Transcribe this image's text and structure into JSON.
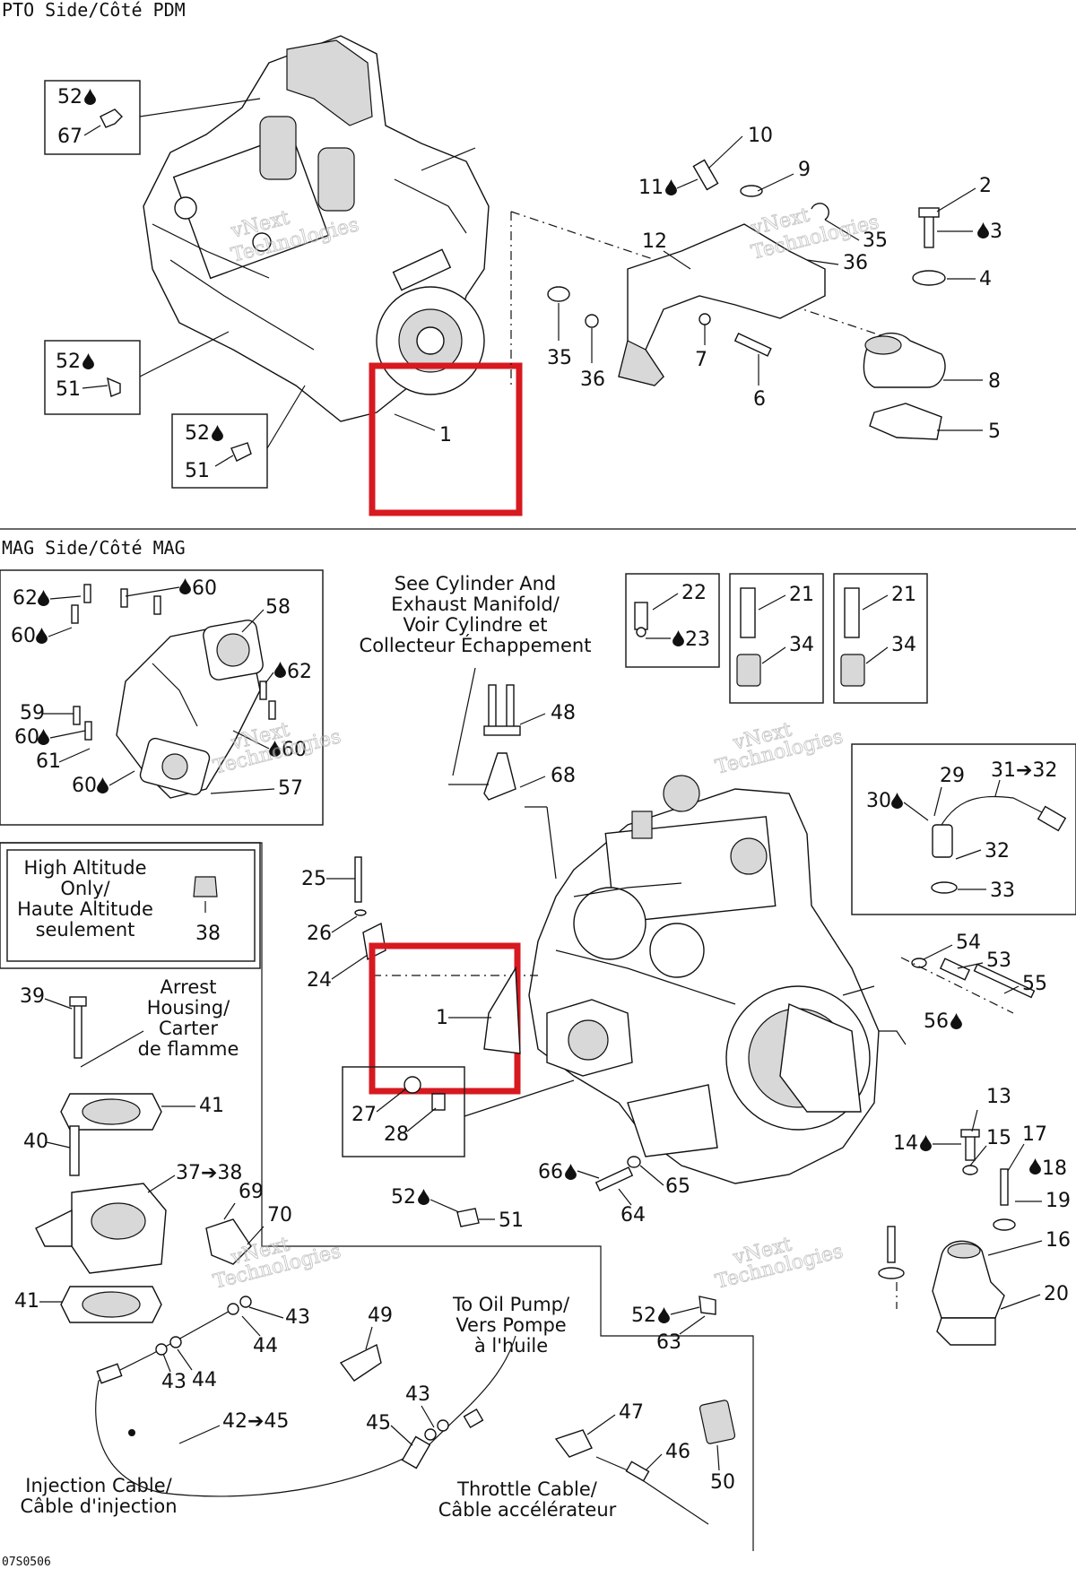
{
  "sections": {
    "pto": "PTO Side/Côté PDM",
    "mag": "MAG Side/Côté MAG"
  },
  "notes": {
    "cyl": [
      "See Cylinder And",
      "Exhaust Manifold/",
      "Voir Cylindre et",
      "Collecteur Échappement"
    ],
    "high": [
      "High Altitude",
      "Only/",
      "Haute Altitude",
      "seulement"
    ],
    "arrest": [
      "Arrest",
      "Housing/",
      "Carter",
      "de flamme"
    ],
    "oil": [
      "To Oil Pump/",
      "Vers Pompe",
      "à l'huile"
    ],
    "inj": [
      "Injection Cable/",
      "Câble d'injection"
    ],
    "throttle": [
      "Throttle Cable/",
      "Câble accélérateur"
    ]
  },
  "watermark": [
    "vNext",
    "Technologies"
  ],
  "figure_code": "07S0506",
  "labels": {
    "t52a": "52",
    "t67": "67",
    "t52b": "52",
    "t51a": "51",
    "t52c": "52",
    "t51b": "51",
    "t1a": "1",
    "t10": "10",
    "t11": "11",
    "t9": "9",
    "t12": "12",
    "t35a": "35",
    "t36a": "36",
    "t35b": "35",
    "t36b": "36",
    "t7": "7",
    "t6": "6",
    "t2": "2",
    "t3": "3",
    "t4": "4",
    "t8": "8",
    "t5": "5",
    "t62a": "62",
    "t60a": "60",
    "t60b": "60",
    "t58": "58",
    "t62b": "62",
    "t59": "59",
    "t60c": "60",
    "t61": "61",
    "t60d": "60",
    "t60e": "60",
    "t57": "57",
    "t22": "22",
    "t23": "23",
    "t21a": "21",
    "t34a": "34",
    "t21b": "21",
    "t34b": "34",
    "t48": "48",
    "t68": "68",
    "t29": "29",
    "t3132": "31➔32",
    "t30": "30",
    "t32": "32",
    "t33": "33",
    "t38a": "38",
    "t25": "25",
    "t26": "26",
    "t24": "24",
    "t1b": "1",
    "t27": "27",
    "t28": "28",
    "t39": "39",
    "t41a": "41",
    "t40": "40",
    "t3738": "37➔38",
    "t69": "69",
    "t70": "70",
    "t41b": "41",
    "t43a": "43",
    "t44a": "44",
    "t43b": "43",
    "t44b": "44",
    "t4245": "42➔45",
    "t49": "49",
    "t43c": "43",
    "t45": "45",
    "t47": "47",
    "t46": "46",
    "t50": "50",
    "t54": "54",
    "t53": "53",
    "t55": "55",
    "t56": "56",
    "t13": "13",
    "t14": "14",
    "t15": "15",
    "t17": "17",
    "t18": "18",
    "t19": "19",
    "t16": "16",
    "t20": "20",
    "t66": "66",
    "t65": "65",
    "t64": "64",
    "t52d": "52",
    "t51c": "51",
    "t52e": "52",
    "t63": "63"
  }
}
